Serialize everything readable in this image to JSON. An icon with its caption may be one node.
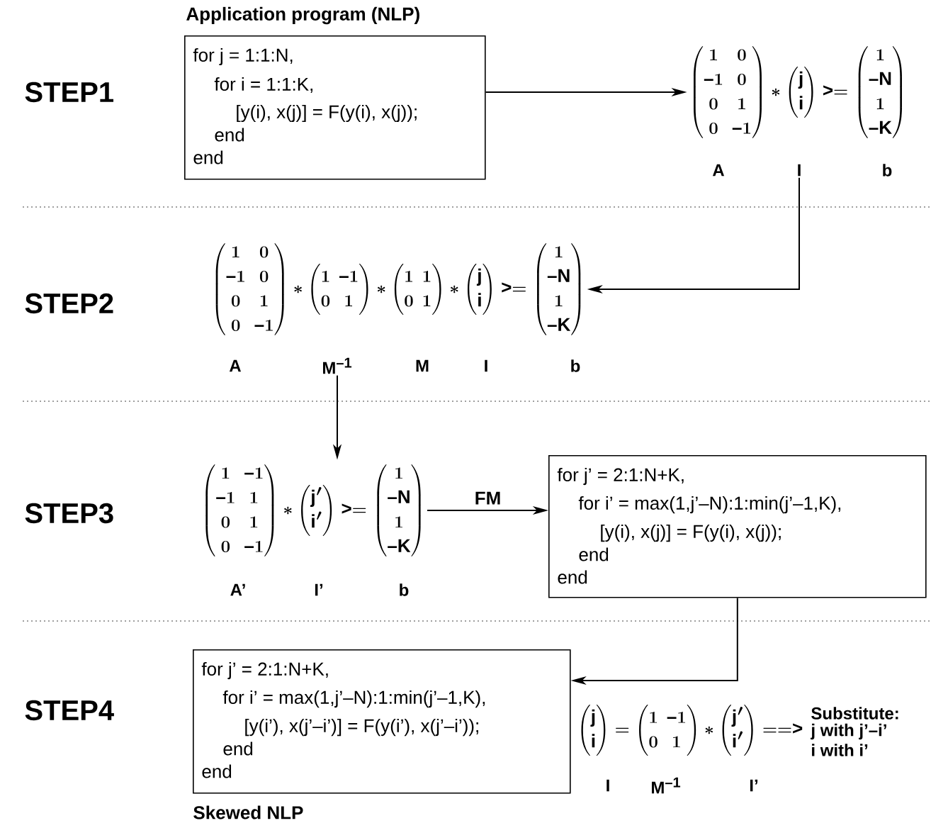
{
  "diagram": {
    "nodes": [
      {
        "text": [
          "Application program (NLP)",
          "for j = 1:1:N,",
          "for i = 1:1:K,",
          "[y(i), x(j)] = F(y(i), x(j));",
          "end",
          "end"
        ]
      },
      {
        "text": [
          "\\begin{pmatrix}1&0\\\\-1&0\\\\0&1\\\\0&-1\\end{pmatrix}*\\begin{pmatrix}j\\\\i\\end{pmatrix}>=\\begin{pmatrix}1\\\\-N\\\\1\\\\-K\\end{pmatrix}",
          "A",
          "I",
          "b"
        ]
      },
      {
        "text": [
          "\\begin{pmatrix}1&0\\\\-1&0\\\\0&1\\\\0&-1\\end{pmatrix}*\\begin{pmatrix}1&-1\\\\0&1\\end{pmatrix}*\\begin{pmatrix}1&1\\\\0&1\\end{pmatrix}*\\begin{pmatrix}j\\\\i\\end{pmatrix}>=\\begin{pmatrix}1\\\\-N\\\\1\\\\-K\\end{pmatrix}",
          "A",
          "M$^{–1}$",
          "M",
          "I",
          "b"
        ]
      },
      {
        "text": [
          "\\begin{pmatrix}1&-1\\\\-1&1\\\\0&1\\\\0&-1\\end{pmatrix}*\\begin{pmatrix}j'\\\\i'\\end{pmatrix}>=\\begin{pmatrix}1\\\\-N\\\\1\\\\-K\\end{pmatrix}",
          "A’",
          "I’",
          "b"
        ]
      },
      {
        "text": [
          "for j’ = 2:1:N+K,",
          "for i’ = max(1,j’–N):1:min(j’–1,K),",
          "[y(i), x(j)] = F(y(i), x(j));",
          "end",
          "end"
        ]
      },
      {
        "text": [
          "for j’ = 2:1:N+K,",
          "for i’ = max(1,j’–N):1:min(j’–1,K),",
          "[y(i’), x(j’–i’)] = F(y(i’), x(j’–i’));",
          "end",
          "end",
          "Skewed NLP"
        ]
      },
      {
        "text": [
          "\\begin{pmatrix}j\\\\i\\end{pmatrix}=\\begin{pmatrix}1&-1\\\\0&1\\end{pmatrix}*\\begin{pmatrix}j'\\\\i'\\end{pmatrix}==>",
          "I",
          "M$^{–1}$",
          "I’"
        ]
      }
    ],
    "edges": [
      {
        "from": 0,
        "to": 1,
        "arrow": "to"
      },
      {
        "from": 1,
        "to": 2,
        "arrow": "to"
      },
      {
        "from": 2,
        "to": 3,
        "arrow": "to"
      },
      {
        "from": 3,
        "to": 4,
        "arrow": "to",
        "label": "FM"
      },
      {
        "from": 4,
        "to": 5,
        "arrow": "to"
      }
    ],
    "labels": [
      "STEP1",
      "STEP2",
      "STEP3",
      "STEP4",
      "Substitute:",
      "j with j’–i’",
      "i with i’"
    ]
  }
}
